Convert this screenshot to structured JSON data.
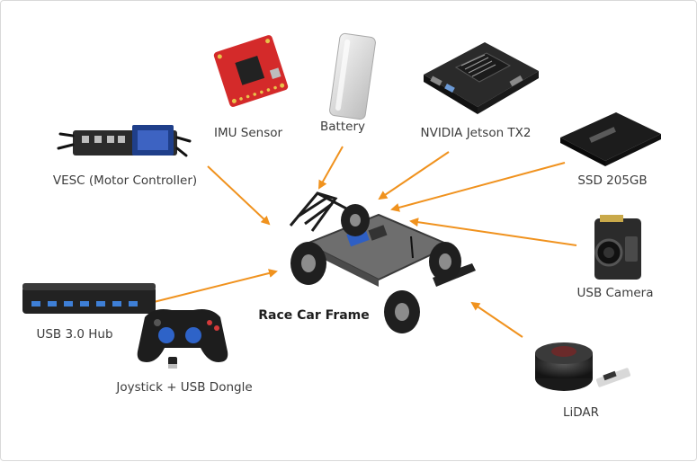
{
  "center": {
    "label": "Race Car Frame"
  },
  "components": {
    "imu": "IMU Sensor",
    "battery": "Battery",
    "jetson": "NVIDIA Jetson TX2",
    "vesc": "VESC (Motor Controller)",
    "ssd": "SSD 205GB",
    "camera": "USB Camera",
    "hub": "USB 3.0 Hub",
    "joystick": "Joystick + USB Dongle",
    "lidar": "LiDAR"
  },
  "colors": {
    "arrow": "#f0921e",
    "imu_board": "#d42a2a",
    "label_text": "#3c3c3c"
  }
}
